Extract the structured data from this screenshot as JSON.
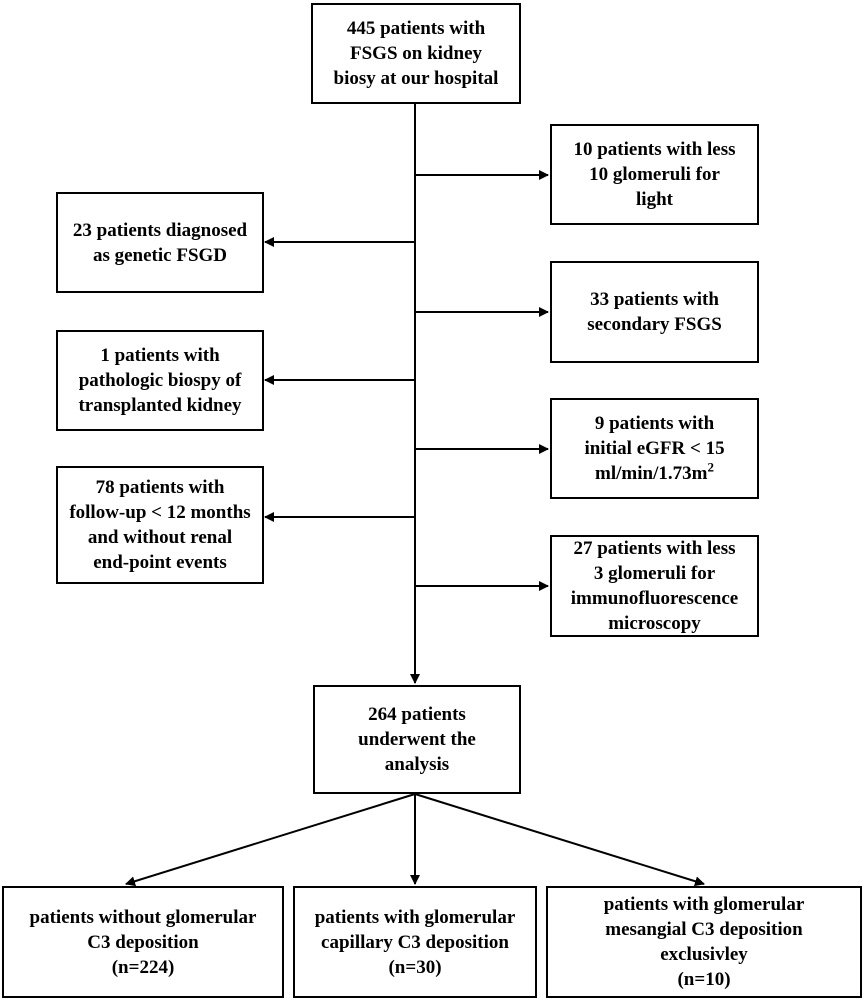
{
  "nodes": {
    "start": [
      "445 patients with",
      "FSGS on kidney",
      "biosy at our hospital"
    ],
    "excl_glomeruli_light": [
      "10 patients with less",
      "10 glomeruli for",
      "light"
    ],
    "excl_genetic": [
      "23 patients diagnosed",
      "as genetic FSGD"
    ],
    "excl_secondary": [
      "33 patients  with",
      "secondary FSGS"
    ],
    "excl_transplant": [
      "1 patients with",
      "pathologic biospy of",
      "transplanted kidney"
    ],
    "excl_egfr": {
      "line1": "9 patients  with",
      "line2": "initial eGFR  < 15",
      "line3_base": "ml/min/1.73m",
      "line3_sup": "2"
    },
    "excl_followup": [
      "78 patients with",
      "follow-up  < 12 months",
      "and without  renal",
      "end-point events"
    ],
    "excl_glomeruli_if": [
      "27 patients with less",
      "3 glomeruli for",
      "immunofluorescence",
      "microscopy"
    ],
    "analysis": [
      "264 patients",
      "underwent the",
      "analysis"
    ],
    "group_none": [
      "patients without glomerular",
      "C3 deposition",
      "(n=224)"
    ],
    "group_capillary": [
      "patients with glomerular",
      "capillary C3 deposition",
      "(n=30)"
    ],
    "group_mesangial": [
      "patients with glomerular",
      "mesangial C3 deposition",
      "exclusivley",
      "(n=10)"
    ]
  },
  "colors": {
    "stroke": "#000000",
    "background": "#ffffff"
  }
}
